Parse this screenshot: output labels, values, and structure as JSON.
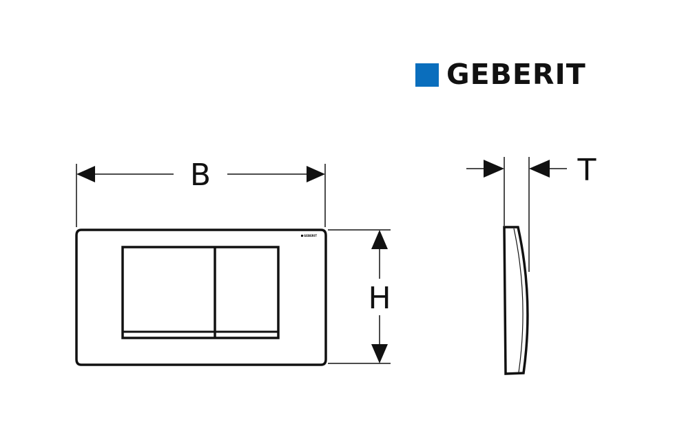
{
  "brand": {
    "name": "GEBERIT",
    "color": "#0a6ebd"
  },
  "dimensions": {
    "width_label": "B",
    "height_label": "H",
    "thickness_label": "T"
  },
  "plate_logo": "GEBERIT"
}
